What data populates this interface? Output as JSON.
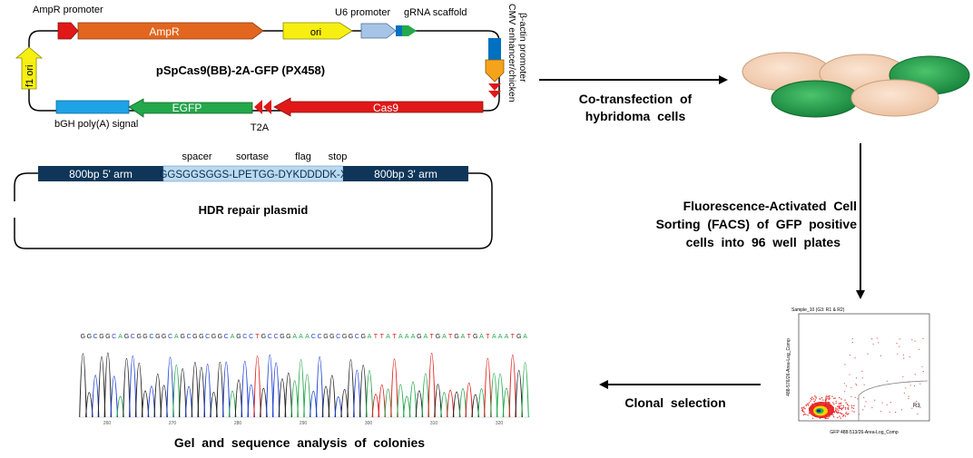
{
  "plasmid": {
    "name": "pSpCas9(BB)-2A-GFP (PX458)",
    "ampr_promoter": "AmpR promoter",
    "ampr": "AmpR",
    "ori": "ori",
    "u6_promoter": "U6 promoter",
    "grna_scaffold": "gRNA scaffold",
    "cmv_line1": "CMV enhancer/chicken",
    "cmv_line2": "β-actin promoter",
    "f1_ori": "f1 ori",
    "bgh": "bGH poly(A) signal",
    "egfp": "EGFP",
    "t2a": "T2A",
    "cas9": "Cas9"
  },
  "hdr": {
    "title": "HDR repair plasmid",
    "arm5": "800bp 5' arm",
    "insert": "GGSGGSGGS-LPETGG-DYKDDDDK-X",
    "arm3": "800bp 3' arm",
    "spacer": "spacer",
    "sortase": "sortase",
    "flag": "flag",
    "stop": "stop"
  },
  "steps": {
    "cotransfection_l1": "Co-transfection  of",
    "cotransfection_l2": "hybridoma  cells",
    "facs_l1": "Fluorescence-Activated  Cell",
    "facs_l2": "Sorting  (FACS)  of  GFP  positive",
    "facs_l3": "cells  into  96  well  plates",
    "clonal": "Clonal  selection",
    "gel": "Gel  and  sequence  analysis  of  colonies"
  },
  "facs_plot": {
    "title": "Sample_10 (G3: R1 & R2)",
    "gate": "R3",
    "xlabel": "GFP 488-513/26-Area-Log_Comp",
    "ylabel": "488-576/26-Area-Log_Comp"
  },
  "sequence": {
    "bases": "GGCGGCAGCGGCGGCAGCGGCGGCAGCCTGCCGGAAACCGGCGGCGATTATAAAGATGATGATGATAAATGA",
    "ticks": [
      "260",
      "270",
      "280",
      "290",
      "300",
      "310",
      "320"
    ]
  },
  "colors": {
    "red": "#e01818",
    "orange": "#e2661f",
    "yellow": "#f7ef11",
    "light_blue": "#a6c4e6",
    "blue": "#0070c0",
    "green": "#23a84b",
    "sky": "#1ea3e6",
    "navy": "#0f3659",
    "insert": "#b9daf0",
    "cell_peach": "#f6d2b5",
    "cell_green": "#22a74c"
  }
}
